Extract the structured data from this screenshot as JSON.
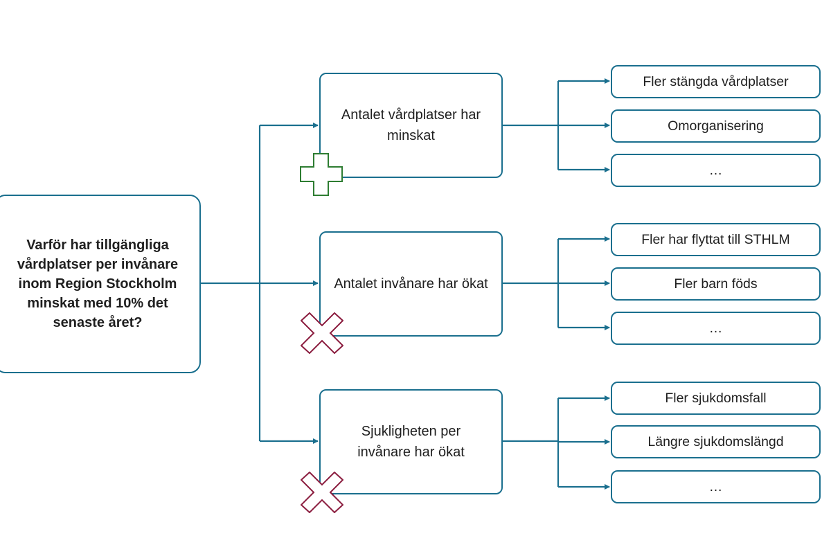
{
  "colors": {
    "connector": "#1a6f8e",
    "box_border": "#1a6f8e",
    "plus_marker": "#2e7d32",
    "cross_marker": "#8b1d3f"
  },
  "root": {
    "text": "Varför har tillgängliga vårdplatser per invånare inom Region Stockholm minskat med 10% det senaste året?"
  },
  "branches": [
    {
      "text": "Antalet vårdplatser har minskat",
      "marker": "plus-icon",
      "leaves": [
        "Fler stängda vårdplatser",
        "Omorganisering",
        "…"
      ]
    },
    {
      "text": "Antalet invånare har ökat",
      "marker": "cross-icon",
      "leaves": [
        "Fler har flyttat till STHLM",
        "Fler barn föds",
        "…"
      ]
    },
    {
      "text": "Sjukligheten per invånare har ökat",
      "marker": "cross-icon",
      "leaves": [
        "Fler sjukdomsfall",
        "Längre sjukdomslängd",
        "…"
      ]
    }
  ]
}
